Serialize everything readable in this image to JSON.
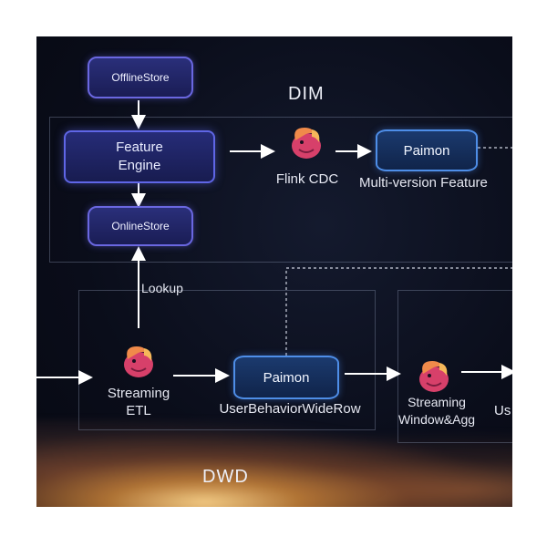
{
  "layers": {
    "dim": "DIM",
    "dwd": "DWD"
  },
  "nodes": {
    "offline_store": "OfflineStore",
    "feature_engine_line1": "Feature",
    "feature_engine_line2": "Engine",
    "online_store": "OnlineStore",
    "flink_cdc": "Flink CDC",
    "paimon_dim": "Paimon",
    "paimon_dim_caption": "Multi-version Feature",
    "streaming_etl_line1": "Streaming",
    "streaming_etl_line2": "ETL",
    "paimon_dwd": "Paimon",
    "paimon_dwd_caption": "UserBehaviorWideRow",
    "streaming_agg_line1": "Streaming",
    "streaming_agg_line2": "Window&Agg",
    "truncated_right": "Us"
  },
  "edges": {
    "lookup": "Lookup"
  },
  "colors": {
    "background": "#0a0d1a",
    "engine_border": "#5f66e6",
    "paimon_border": "#4e8ee8",
    "arrow": "#ffffff"
  },
  "icons": [
    "flink-squirrel-icon"
  ]
}
